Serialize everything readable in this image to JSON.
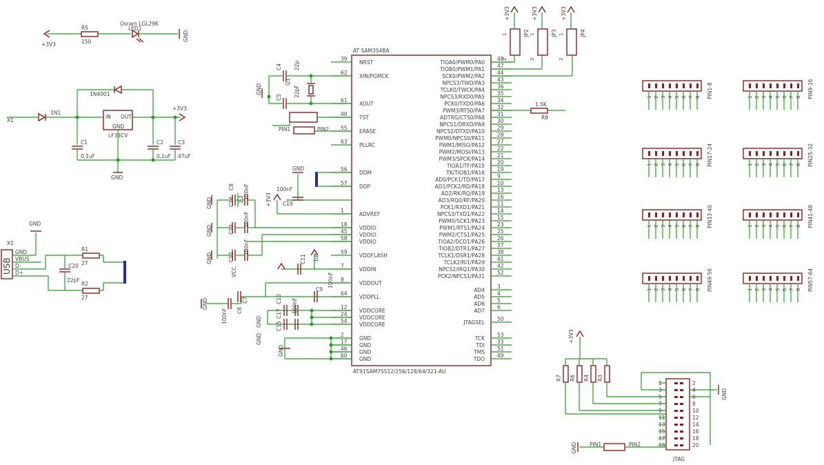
{
  "mcu": {
    "name": "AT91SAM7S512/256/128/64/321-AU",
    "name_top": "AT SAM3S4BA",
    "left_pins": [
      {
        "num": "39",
        "name": "NRST"
      },
      {
        "num": "62",
        "name": "XIN/PGMCK"
      },
      {
        "num": "61",
        "name": "XOUT"
      },
      {
        "num": "40",
        "name": "TST"
      },
      {
        "num": "55",
        "name": "ERASE"
      },
      {
        "num": "63",
        "name": "PLLRC"
      },
      {
        "num": "56",
        "name": "DDM"
      },
      {
        "num": "57",
        "name": "DDP"
      },
      {
        "num": "1",
        "name": "ADVREF"
      },
      {
        "num": "18",
        "name": "VDDIO"
      },
      {
        "num": "45",
        "name": "VDDIO"
      },
      {
        "num": "58",
        "name": "VDDIO"
      },
      {
        "num": "59",
        "name": "VDDFLASH"
      },
      {
        "num": "7",
        "name": "VDDIN"
      },
      {
        "num": "8",
        "name": "VDDOUT"
      },
      {
        "num": "64",
        "name": "VDDPLL"
      },
      {
        "num": "12",
        "name": "VDDCORE"
      },
      {
        "num": "24",
        "name": "VDDCORE"
      },
      {
        "num": "54",
        "name": "VDDCORE"
      },
      {
        "num": "2",
        "name": "GND"
      },
      {
        "num": "17",
        "name": "GND"
      },
      {
        "num": "46",
        "name": "GND"
      },
      {
        "num": "60",
        "name": "GND"
      }
    ],
    "right_pins": [
      {
        "num": "48",
        "name": "TIOA0/PWM0/PA0"
      },
      {
        "num": "47",
        "name": "TIOB0/PWM1/PA1"
      },
      {
        "num": "44",
        "name": "SCK0/PWM2/PA2"
      },
      {
        "num": "43",
        "name": "NPCS3/TWD/PA3"
      },
      {
        "num": "36",
        "name": "TCLK0/TWCK/PA4"
      },
      {
        "num": "35",
        "name": "NPCS3/RXD0/PA5"
      },
      {
        "num": "34",
        "name": "PCK0/TXD0/PA6"
      },
      {
        "num": "32",
        "name": "PWM3/RTS0/PA7"
      },
      {
        "num": "31",
        "name": "ADTRG/CTS0/PA8"
      },
      {
        "num": "30",
        "name": "NPCS1/DRXD/PA9"
      },
      {
        "num": "29",
        "name": "NPCS2/DTXD/PA10"
      },
      {
        "num": "28",
        "name": "PWM0/NPCS0/PA11"
      },
      {
        "num": "27",
        "name": "PWM1/MISO/PA12"
      },
      {
        "num": "22",
        "name": "PWM2/MOSI/PA13"
      },
      {
        "num": "21",
        "name": "PWM3/SPCK/PA14"
      },
      {
        "num": "20",
        "name": "TIOA1/TF/PA15"
      },
      {
        "num": "19",
        "name": "TK/TIOB1/PA16"
      },
      {
        "num": "9",
        "name": "AD0/PCK1/TD/PA17"
      },
      {
        "num": "10",
        "name": "AD1/PCK2/RD/PA18"
      },
      {
        "num": "13",
        "name": "AD2/RK/RQ/PA19"
      },
      {
        "num": "16",
        "name": "AD3/RQ0/RF/PA20"
      },
      {
        "num": "11",
        "name": "PCK1/RXD1/PA21"
      },
      {
        "num": "14",
        "name": "NPCS3/TXD1/PA22"
      },
      {
        "num": "15",
        "name": "PWM0/SCK1/PA23"
      },
      {
        "num": "23",
        "name": "PWM1/RTS1/PA24"
      },
      {
        "num": "25",
        "name": "PWM2/CTS1/PA25"
      },
      {
        "num": "26",
        "name": "TIOA2/DCD1/PA26"
      },
      {
        "num": "37",
        "name": "TIOB2/DTR1/PA27"
      },
      {
        "num": "38",
        "name": "TCLK1/DSR1/PA28"
      },
      {
        "num": "41",
        "name": "TCLK2/RI1/PA29"
      },
      {
        "num": "42",
        "name": "NPCS2/IRQ1/PA30"
      },
      {
        "num": "52",
        "name": "PCK2/NPCS1/PA31"
      },
      {
        "num": "3",
        "name": "AD4"
      },
      {
        "num": "4",
        "name": "AD5"
      },
      {
        "num": "5",
        "name": "AD6"
      },
      {
        "num": "6",
        "name": "AD7"
      },
      {
        "num": "50",
        "name": "JTAGSEL"
      },
      {
        "num": "53",
        "name": "TCK"
      },
      {
        "num": "33",
        "name": "TDI"
      },
      {
        "num": "51",
        "name": "TMS"
      },
      {
        "num": "49",
        "name": "TDO"
      }
    ]
  },
  "labels": {
    "led_part": "Osram LGL29K",
    "led": "LED1",
    "r5": "R5",
    "r5_val": "150",
    "v33": "+3V3",
    "gnd": "GND",
    "d1": "1N4001",
    "d2": "1N1",
    "reg": "LF33CV",
    "reg_in": "IN",
    "reg_out": "OUT",
    "reg_gnd": "GND",
    "c1": "C1",
    "c1_val": "0,1uF",
    "c2": "C2",
    "c2_val": "0,1uF",
    "c3": "C3",
    "c3_val": "47uF",
    "x1": "X1",
    "usb": "USB",
    "usb_gnd": "GND",
    "usb_vbus": "VBUS",
    "usb_dm": "D-",
    "usb_dp": "D+",
    "c20": "C20",
    "c20_val": "22pF",
    "r1": "R1",
    "r1_val": "27",
    "r2": "R2",
    "r2_val": "27",
    "c4": "C4",
    "c4_val": "22p",
    "c5": "C5",
    "c5_val": "22pF",
    "q1": "Q1",
    "pin1": "PIN1",
    "pin2": "PIN2",
    "c19": "C19",
    "c19_val": "100nF",
    "r8": "R8",
    "r8_val": "1.5K",
    "c8": "C8",
    "c14": "C14",
    "c13": "C13",
    "c12": "C12",
    "c7": "C7",
    "c11": "C11",
    "c6": "C6",
    "c9": "C9",
    "c10": "C10",
    "c15": "C15",
    "c17": "C17",
    "c100nf": "100nF",
    "c22": "2.2",
    "c1uf": "1uF",
    "vcc": "VCC",
    "jp2": "JP2",
    "jp3": "JP3",
    "jp4": "JP4",
    "jtag": "JTAG",
    "r3": "R3",
    "r4": "R4",
    "r6": "R6",
    "r7": "R7"
  },
  "headers": [
    {
      "label": "PIN1-8",
      "pins": [
        "1",
        "2",
        "3",
        "4",
        "5",
        "6",
        "7",
        "8"
      ]
    },
    {
      "label": "PIN9-16",
      "pins": [
        "1",
        "2",
        "3",
        "4",
        "5",
        "6",
        "7",
        "8"
      ]
    },
    {
      "label": "PIN17-24",
      "pins": [
        "1",
        "2",
        "3",
        "4",
        "5",
        "6",
        "7",
        "8"
      ]
    },
    {
      "label": "PIN25-32",
      "pins": [
        "1",
        "2",
        "3",
        "4",
        "5",
        "6",
        "7",
        "8"
      ]
    },
    {
      "label": "PIN33-40",
      "pins": [
        "1",
        "2",
        "3",
        "4",
        "5",
        "6",
        "7",
        "8"
      ]
    },
    {
      "label": "PIN41-48",
      "pins": [
        "1",
        "2",
        "3",
        "4",
        "5",
        "6",
        "7",
        "8"
      ]
    },
    {
      "label": "PIN49-56",
      "pins": [
        "1",
        "2",
        "3",
        "4",
        "5",
        "6",
        "7",
        "8"
      ]
    },
    {
      "label": "PIN57-64",
      "pins": [
        "1",
        "2",
        "3",
        "4",
        "5",
        "6",
        "7",
        "8"
      ]
    }
  ],
  "jtag_pins": {
    "left": [
      "1",
      "3",
      "5",
      "7",
      "9",
      "11",
      "13",
      "15",
      "17",
      "19"
    ],
    "right": [
      "2",
      "4",
      "6",
      "8",
      "10",
      "12",
      "14",
      "16",
      "18",
      "20"
    ]
  },
  "jumper_pins": [
    "1",
    "2"
  ],
  "colors": {
    "part": "#8c1d1d",
    "wire": "#1fa01f",
    "bus": "#2a2aa0",
    "text": "#404040"
  }
}
